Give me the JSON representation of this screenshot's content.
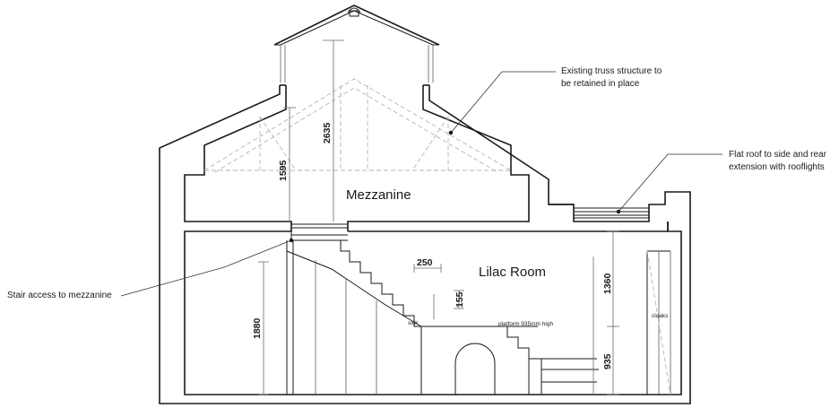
{
  "rooms": {
    "mezzanine": "Mezzanine",
    "lilac_room": "Lilac Room"
  },
  "annotations": {
    "truss_line1": "Existing truss structure to",
    "truss_line2": "be retained in place",
    "flatroof_line1": "Flat roof to side and rear",
    "flatroof_line2": "extension with rooflights",
    "stair": "Stair access to mezzanine"
  },
  "labels": {
    "sink": "sink",
    "platform": "platform 935mm high",
    "cloaks": "cloaks"
  },
  "dimensions": {
    "d2635": "2635",
    "d1595": "1595",
    "d250": "250",
    "d155": "155",
    "d1360": "1360",
    "d935": "935",
    "d1880": "1880"
  }
}
